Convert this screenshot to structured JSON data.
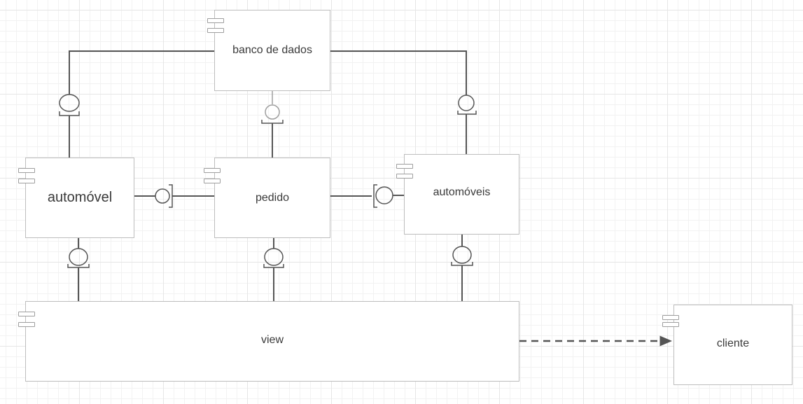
{
  "diagram": {
    "type": "uml-component",
    "colors": {
      "line": "#555555",
      "border": "#bdbdbd",
      "text": "#3a3a3a",
      "grid": "#e6e6e6"
    },
    "components": [
      {
        "id": "banco",
        "label": "banco de dados"
      },
      {
        "id": "automovel",
        "label": "automóvel"
      },
      {
        "id": "pedido",
        "label": "pedido"
      },
      {
        "id": "automoveis",
        "label": "automóveis"
      },
      {
        "id": "view",
        "label": "view"
      },
      {
        "id": "cliente",
        "label": "cliente"
      }
    ],
    "connections": [
      {
        "from": "banco",
        "to": "automovel",
        "kind": "interface"
      },
      {
        "from": "banco",
        "to": "pedido",
        "kind": "interface"
      },
      {
        "from": "banco",
        "to": "automoveis",
        "kind": "interface"
      },
      {
        "from": "automovel",
        "to": "pedido",
        "kind": "interface"
      },
      {
        "from": "pedido",
        "to": "automoveis",
        "kind": "interface"
      },
      {
        "from": "automovel",
        "to": "view",
        "kind": "interface"
      },
      {
        "from": "pedido",
        "to": "view",
        "kind": "interface"
      },
      {
        "from": "automoveis",
        "to": "view",
        "kind": "interface"
      },
      {
        "from": "view",
        "to": "cliente",
        "kind": "dependency"
      }
    ]
  }
}
